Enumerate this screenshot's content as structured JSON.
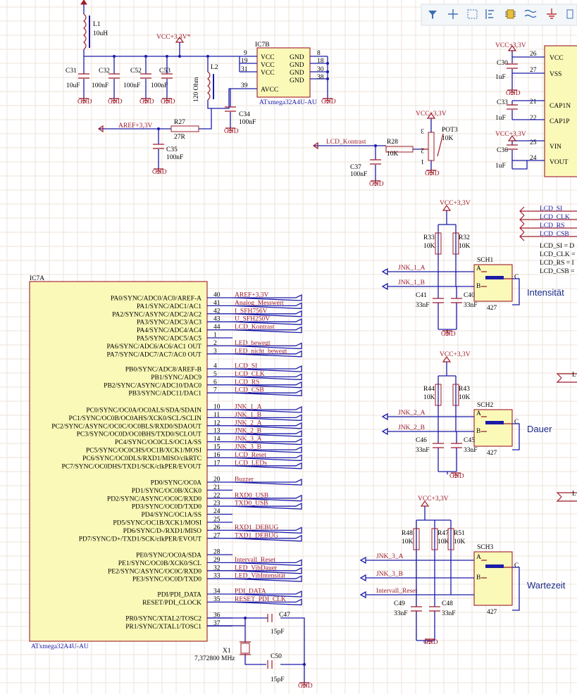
{
  "toolbar": {
    "icons": [
      "filter-icon",
      "crosshair-icon",
      "select-rect-icon",
      "align-icon",
      "component-icon",
      "bus-icon",
      "gnd-icon",
      "more-icon"
    ]
  },
  "power": {
    "vcc": "VCC+3,3V",
    "vcc_star": "VCC+3,3V*",
    "gnd": "GND"
  },
  "top": {
    "l1": {
      "ref": "L1",
      "value": "10uH"
    },
    "l2": {
      "ref": "L2",
      "value": "120 Ohm"
    },
    "caps": [
      {
        "ref": "C31",
        "value": "10uF"
      },
      {
        "ref": "C32",
        "value": "100nF"
      },
      {
        "ref": "C52",
        "value": "100nF"
      },
      {
        "ref": "C53",
        "value": "100nF"
      },
      {
        "ref": "C34",
        "value": "100nF"
      },
      {
        "ref": "C35",
        "value": "100nF"
      },
      {
        "ref": "C37",
        "value": "100nF"
      }
    ],
    "ic7b": {
      "ref": "IC7B",
      "part": "ATxmega32A4U-AU",
      "left_pins": [
        {
          "num": "9",
          "name": "VCC"
        },
        {
          "num": "19",
          "name": "VCC"
        },
        {
          "num": "31",
          "name": "VCC"
        },
        {
          "num": "39",
          "name": "AVCC"
        }
      ],
      "right_pins": [
        {
          "num": "8",
          "name": "GND"
        },
        {
          "num": "18",
          "name": "GND"
        },
        {
          "num": "30",
          "name": "GND"
        },
        {
          "num": "38",
          "name": "GND"
        }
      ]
    },
    "r27": {
      "ref": "R27",
      "value": "27R"
    },
    "aref_net": "AREF+3,3V",
    "lcd_kontrast_net": "LCD_Kontrast",
    "r28": {
      "ref": "R28",
      "value": "10K"
    },
    "pot3": {
      "ref": "POT3",
      "value": "10K",
      "pins": [
        "3",
        "2",
        "1"
      ]
    }
  },
  "reg": {
    "pins": [
      {
        "num": "26",
        "name": "VCC"
      },
      {
        "num": "27",
        "name": "VSS"
      },
      {
        "num": "21",
        "name": "CAP1N"
      },
      {
        "num": "22",
        "name": "CAP1P"
      },
      {
        "num": "25",
        "name": "VIN"
      },
      {
        "num": "24",
        "name": "VOUT"
      }
    ],
    "caps": [
      {
        "ref": "C30",
        "value": "1uF"
      },
      {
        "ref": "C33",
        "value": "1uF"
      },
      {
        "ref": "C36",
        "value": "1uF"
      }
    ]
  },
  "lcd_ports": {
    "nets": [
      "LCD_SI",
      "LCD_CLK",
      "LCD_RS",
      "LCD_CSB"
    ],
    "notes": [
      "LCD_SI = D",
      "LCD_CLK =",
      "LCD_RS = I",
      "LCD_CSB ="
    ]
  },
  "ic7a": {
    "ref": "IC7A",
    "part": "ATxmega32A4U-AU",
    "groups": [
      [
        {
          "name": "PA0/SYNC/ADC0/AC0/AREF-A",
          "num": "40",
          "net": "AREF+3,3V"
        },
        {
          "name": "PA1/SYNC/ADC1/AC1",
          "num": "41",
          "net": "Analog_Messwert"
        },
        {
          "name": "PA2/SYNC/ASYNC/ADC2/AC2",
          "num": "42",
          "net": "I_SFH756V"
        },
        {
          "name": "PA3/SYNC/ADC3/AC3",
          "num": "43",
          "net": "U_SFH250V"
        },
        {
          "name": "PA4/SYNC/ADC4/AC4",
          "num": "44",
          "net": "LCD_Kontrast"
        },
        {
          "name": "PA5/SYNC/ADC5/AC5",
          "num": "1",
          "net": ""
        },
        {
          "name": "PA6/SYNC/ADC6/AC6/AC1 OUT",
          "num": "2",
          "net": "LED_bewegt"
        },
        {
          "name": "PA7/SYNC/ADC7/AC7/AC0 OUT",
          "num": "3",
          "net": "LED_nicht_bewegt"
        }
      ],
      [
        {
          "name": "PB0/SYNC/ADC8/AREF-B",
          "num": "4",
          "net": "LCD_SI"
        },
        {
          "name": "PB1/SYNC/ADC9",
          "num": "5",
          "net": "LCD_CLK"
        },
        {
          "name": "PB2/SYNC/ASYNC/ADC10/DAC0",
          "num": "6",
          "net": "LCD_RS"
        },
        {
          "name": "PB3/SYNC/ADC11/DAC1",
          "num": "7",
          "net": "LCD_CSB"
        }
      ],
      [
        {
          "name": "PC0/SYNC/OC0A/OC0ALS/SDA/SDAIN",
          "num": "10",
          "net": "JNK_1_A"
        },
        {
          "name": "PC1/SYNC/OC0B/OC0AHS/XCK0/SCL/SCLIN",
          "num": "11",
          "net": "JNK_1_B"
        },
        {
          "name": "PC2/SYNC/ASYNC/OC0C/OC0BLS/RXD0/SDAOUT",
          "num": "12",
          "net": "JNK_2_A"
        },
        {
          "name": "PC3/SYNC/OC0D/OC0BHS/TXD0/SCLOUT",
          "num": "13",
          "net": "JNK_2_B"
        },
        {
          "name": "PC4/SYNC/OC0CLS/OC1A/SS",
          "num": "14",
          "net": "JNK_3_A"
        },
        {
          "name": "PC5/SYNC/OC0CHS/OC1B/XCK1/MOSI",
          "num": "15",
          "net": "JNK_3_B"
        },
        {
          "name": "PC6/SYNC/OC0DLS/RXD1/MISO/clkRTC",
          "num": "16",
          "net": "LCD_Reset"
        },
        {
          "name": "PC7/SYNC/OC0DHS/TXD1/SCK/clkPER/EVOUT",
          "num": "17",
          "net": "LCD_LEDs"
        }
      ],
      [
        {
          "name": "PD0/SYNC/OC0A",
          "num": "20",
          "net": "Buzzer"
        },
        {
          "name": "PD1/SYNC/OC0B/XCK0",
          "num": "21",
          "net": ""
        },
        {
          "name": "PD2/SYNC/ASYNC/OC0C/RXD0",
          "num": "22",
          "net": "RXD0_USB"
        },
        {
          "name": "PD3/SYNC/OC0D/TXD0",
          "num": "23",
          "net": "TXD0_USB"
        },
        {
          "name": "PD4/SYNC/OC1A/SS",
          "num": "24",
          "net": ""
        },
        {
          "name": "PD5/SYNC/OC1B/XCK1/MOSI",
          "num": "25",
          "net": ""
        },
        {
          "name": "PD6/SYNC/D-/RXD1/MISO",
          "num": "26",
          "net": "RXD1_DEBUG"
        },
        {
          "name": "PD7/SYNC/D+/TXD1/SCK/clkPER/EVOUT",
          "num": "27",
          "net": "TXD1_DEBUG"
        }
      ],
      [
        {
          "name": "PE0/SYNC/OC0A/SDA",
          "num": "28",
          "net": ""
        },
        {
          "name": "PE1/SYNC/OC0B/XCK0/SCL",
          "num": "29",
          "net": "Intervall_Reset"
        },
        {
          "name": "PE2/SYNC/ASYNC/OC0C/RXD0",
          "num": "32",
          "net": "LED_VibDauer"
        },
        {
          "name": "PE3/SYNC/OC0D/TXD0",
          "num": "33",
          "net": "LED_VibIntensität"
        }
      ],
      [
        {
          "name": "PDI/PDI_DATA",
          "num": "34",
          "net": "PDI_DATA"
        },
        {
          "name": "RESET/PDI_CLOCK",
          "num": "35",
          "net": "RESET_PDI_CLK"
        }
      ],
      [
        {
          "name": "PR0/SYNC/XTAL2/TOSC2",
          "num": "36",
          "net": ""
        },
        {
          "name": "PR1/SYNC/XTAL1/TOSC1",
          "num": "37",
          "net": ""
        }
      ]
    ]
  },
  "crystal": {
    "x1": {
      "ref": "X1",
      "value": "7,372800 MHz"
    },
    "c47": {
      "ref": "C47",
      "value": "15pF"
    },
    "c50": {
      "ref": "C50",
      "value": "15pF"
    }
  },
  "switches": [
    {
      "ref": "SCH1",
      "value": "427",
      "title": "Intensität",
      "resistors": [
        {
          "ref": "R33",
          "value": "10K"
        },
        {
          "ref": "R32",
          "value": "10K"
        }
      ],
      "caps": [
        {
          "ref": "C41",
          "value": "33nF"
        },
        {
          "ref": "C40",
          "value": "33nF"
        }
      ],
      "nets": [
        "JNK_1_A",
        "JNK_1_B"
      ]
    },
    {
      "ref": "SCH2",
      "value": "427",
      "title": "Dauer",
      "resistors": [
        {
          "ref": "R44",
          "value": "10K"
        },
        {
          "ref": "R43",
          "value": "10K"
        }
      ],
      "caps": [
        {
          "ref": "C46",
          "value": "33nF"
        },
        {
          "ref": "C45",
          "value": "33nF"
        }
      ],
      "nets": [
        "JNK_2_A",
        "JNK_2_B"
      ]
    },
    {
      "ref": "SCH3",
      "value": "427",
      "title": "Wartezeit",
      "resistors": [
        {
          "ref": "R48",
          "value": "10K"
        },
        {
          "ref": "R47",
          "value": "10K"
        },
        {
          "ref": "R51",
          "value": "10K"
        }
      ],
      "caps": [
        {
          "ref": "C49",
          "value": "33nF"
        },
        {
          "ref": "C48",
          "value": "33nF"
        }
      ],
      "nets": [
        "JNK_3_A",
        "JNK_3_B",
        "Intervall_Reset"
      ]
    }
  ],
  "switch_pins": [
    "A",
    "B",
    "C"
  ],
  "cut_labels": [
    "L",
    "L"
  ]
}
